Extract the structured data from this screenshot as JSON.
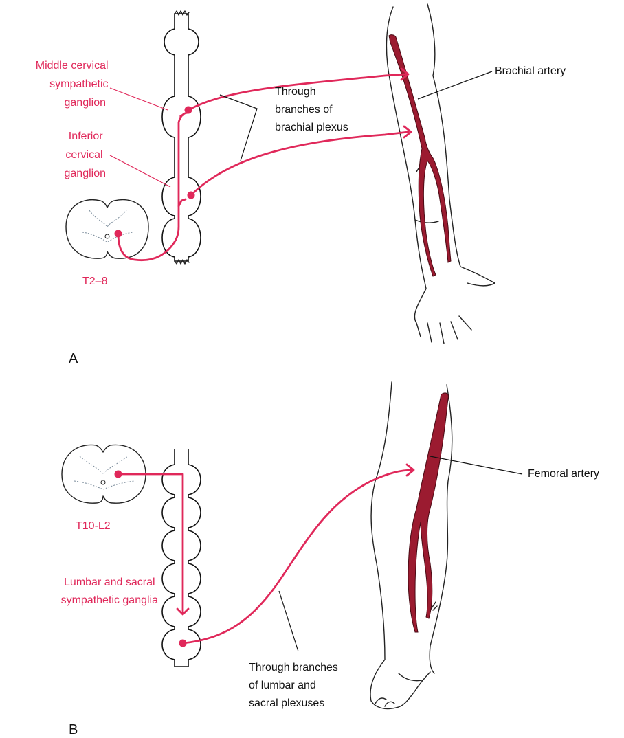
{
  "panel_a": {
    "letter": "A",
    "labels": {
      "middle_cervical": [
        "Middle cervical",
        "sympathetic",
        "ganglion"
      ],
      "inferior_cervical": [
        "Inferior",
        "cervical",
        "ganglion"
      ],
      "spinal_level": "T2–8",
      "branches": [
        "Through",
        "branches of",
        "brachial plexus"
      ],
      "artery": "Brachial artery"
    }
  },
  "panel_b": {
    "letter": "B",
    "labels": {
      "spinal_level": "T10-L2",
      "ganglia": [
        "Lumbar and sacral",
        "sympathetic ganglia"
      ],
      "branches": [
        "Through branches",
        "of lumbar and",
        "sacral plexuses"
      ],
      "artery": "Femoral artery"
    }
  },
  "colors": {
    "nerve": "#e0285a",
    "artery": "#9b1b30",
    "outline": "#222222"
  }
}
